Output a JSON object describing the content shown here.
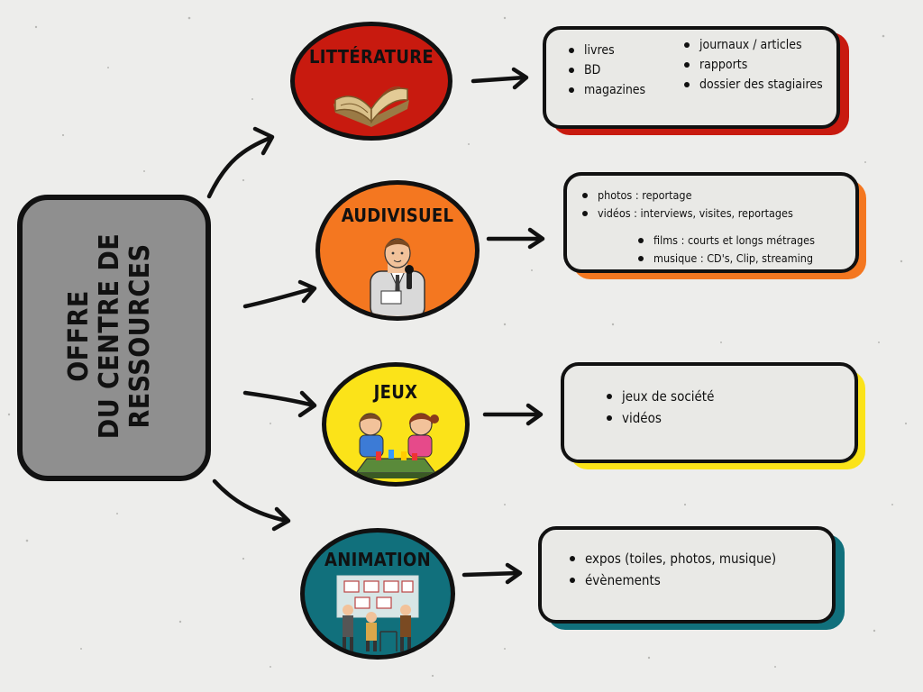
{
  "main": {
    "title": "OFFRE\nDU CENTRE DE\nRESSOURCES",
    "color": "#8f8f8f"
  },
  "categories": [
    {
      "label": "LITTÉRATURE",
      "color": "#c81a0f",
      "icon": "open-book-icon",
      "items_left": [
        "livres",
        "BD",
        "magazines"
      ],
      "items_right": [
        "journaux / articles",
        "rapports",
        "dossier des stagiaires"
      ]
    },
    {
      "label": "AUDIVISUEL",
      "color": "#f47720",
      "icon": "reporter-icon",
      "items_left": [
        "photos : reportage",
        "vidéos : interviews, visites, reportages"
      ],
      "items_right": [
        "films : courts et longs métrages",
        "musique : CD's, Clip, streaming"
      ]
    },
    {
      "label": "JEUX",
      "color": "#fbe319",
      "icon": "children-board-game-icon",
      "items_left": [
        "jeux de société",
        "vidéos"
      ],
      "items_right": []
    },
    {
      "label": "ANIMATION",
      "color": "#11707c",
      "icon": "exhibition-icon",
      "items_left": [
        "expos (toiles, photos, musique)",
        "évènements"
      ],
      "items_right": []
    }
  ]
}
